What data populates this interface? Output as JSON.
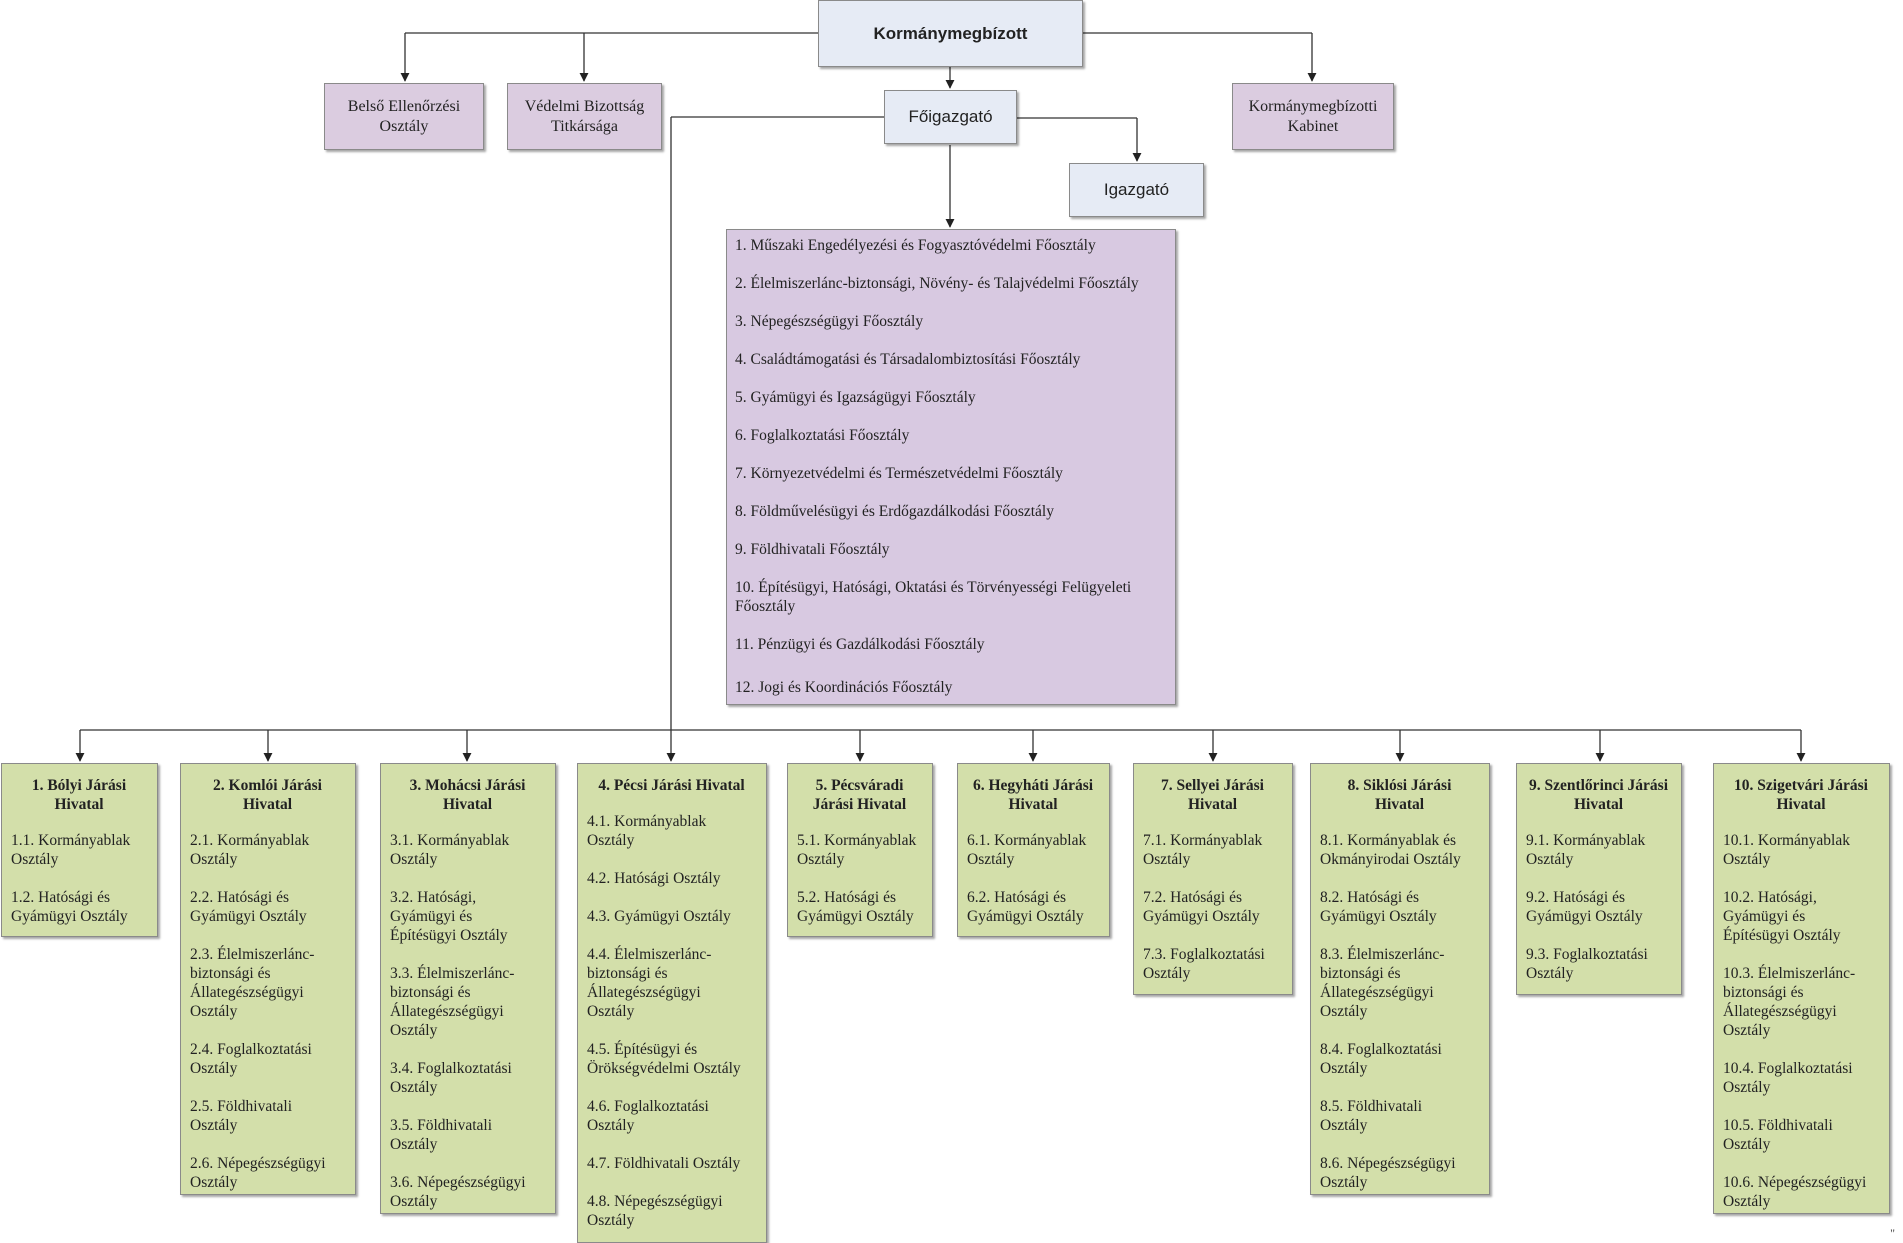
{
  "top": {
    "government_commissioner": "Kormánymegbízott",
    "director_general": "Főigazgató",
    "director": "Igazgató"
  },
  "staff": {
    "internal_audit": "Belső Ellenőrzési\nOsztály",
    "defense_committee": "Védelmi Bizottság\nTitkársága",
    "cabinet": "Kormánymegbízotti\nKabinet"
  },
  "main_departments": [
    "1. Műszaki Engedélyezési és Fogyasztóvédelmi Főosztály",
    "2. Élelmiszerlánc-biztonsági, Növény- és Talajvédelmi Főosztály",
    "3. Népegészségügyi Főosztály",
    "4. Családtámogatási és Társadalombiztosítási Főosztály",
    "5. Gyámügyi és Igazságügyi Főosztály",
    "6. Foglalkoztatási Főosztály",
    "7. Környezetvédelmi és Természetvédelmi Főosztály",
    "8. Földművelésügyi és Erdőgazdálkodási Főosztály",
    "9. Földhivatali Főosztály",
    "10. Építésügyi, Hatósági, Oktatási és Törvényességi Felügyeleti Főosztály",
    "11. Pénzügyi és Gazdálkodási Főosztály",
    "12. Jogi és Koordinációs Főosztály"
  ],
  "districts": [
    {
      "title": "1. Bólyi Járási\nHivatal",
      "items": [
        "1.1. Kormányablak\nOsztály",
        "1.2. Hatósági és\nGyámügyi Osztály"
      ]
    },
    {
      "title": "2. Komlói Járási\nHivatal",
      "items": [
        "2.1. Kormányablak\nOsztály",
        "2.2. Hatósági és\nGyámügyi Osztály",
        "2.3. Élelmiszerlánc-\nbiztonsági és\nÁllategészségügyi\nOsztály",
        "2.4. Foglalkoztatási\nOsztály",
        "2.5. Földhivatali\nOsztály",
        "2.6. Népegészségügyi\nOsztály"
      ]
    },
    {
      "title": "3. Mohácsi Járási\nHivatal",
      "items": [
        "3.1. Kormányablak\nOsztály",
        "3.2. Hatósági,\nGyámügyi és\nÉpítésügyi Osztály",
        "3.3. Élelmiszerlánc-\nbiztonsági és\nÁllategészségügyi\nOsztály",
        "3.4. Foglalkoztatási\nOsztály",
        "3.5. Földhivatali\nOsztály",
        "3.6. Népegészségügyi\nOsztály"
      ]
    },
    {
      "title": "4. Pécsi Járási Hivatal",
      "items": [
        "4.1. Kormányablak\nOsztály",
        "4.2. Hatósági Osztály",
        "4.3. Gyámügyi Osztály",
        "4.4. Élelmiszerlánc-\nbiztonsági és\nÁllategészségügyi\nOsztály",
        "4.5. Építésügyi és\nÖrökségvédelmi Osztály",
        "4.6. Foglalkoztatási\nOsztály",
        "4.7. Földhivatali Osztály",
        "4.8. Népegészségügyi\nOsztály"
      ]
    },
    {
      "title": "5. Pécsváradi\nJárási Hivatal",
      "items": [
        "5.1. Kormányablak\nOsztály",
        "5.2. Hatósági és\nGyámügyi Osztály"
      ]
    },
    {
      "title": "6. Hegyháti Járási\nHivatal",
      "items": [
        "6.1. Kormányablak\nOsztály",
        "6.2. Hatósági és\nGyámügyi Osztály"
      ]
    },
    {
      "title": "7. Sellyei Járási\nHivatal",
      "items": [
        "7.1. Kormányablak\nOsztály",
        "7.2. Hatósági és\nGyámügyi Osztály",
        "7.3. Foglalkoztatási\nOsztály"
      ]
    },
    {
      "title": "8. Siklósi Járási\nHivatal",
      "items": [
        "8.1. Kormányablak és\nOkmányirodai Osztály",
        "8.2. Hatósági és\nGyámügyi Osztály",
        "8.3. Élelmiszerlánc-\nbiztonsági és\nÁllategészségügyi\nOsztály",
        "8.4. Foglalkoztatási\nOsztály",
        "8.5. Földhivatali\nOsztály",
        "8.6. Népegészségügyi\nOsztály"
      ]
    },
    {
      "title": "9. Szentlőrinci Járási\nHivatal",
      "items": [
        "9.1. Kormányablak\nOsztály",
        "9.2. Hatósági és\nGyámügyi Osztály",
        "9.3. Foglalkoztatási\nOsztály"
      ]
    },
    {
      "title": "10. Szigetvári Járási\nHivatal",
      "items": [
        "10.1. Kormányablak\nOsztály",
        "10.2. Hatósági,\nGyámügyi és\nÉpítésügyi Osztály",
        "10.3. Élelmiszerlánc-\nbiztonsági és\nÁllategészségügyi\nOsztály",
        "10.4. Foglalkoztatási\nOsztály",
        "10.5. Földhivatali\nOsztály",
        "10.6. Népegészségügyi\nOsztály"
      ]
    }
  ],
  "corner_mark": "\""
}
